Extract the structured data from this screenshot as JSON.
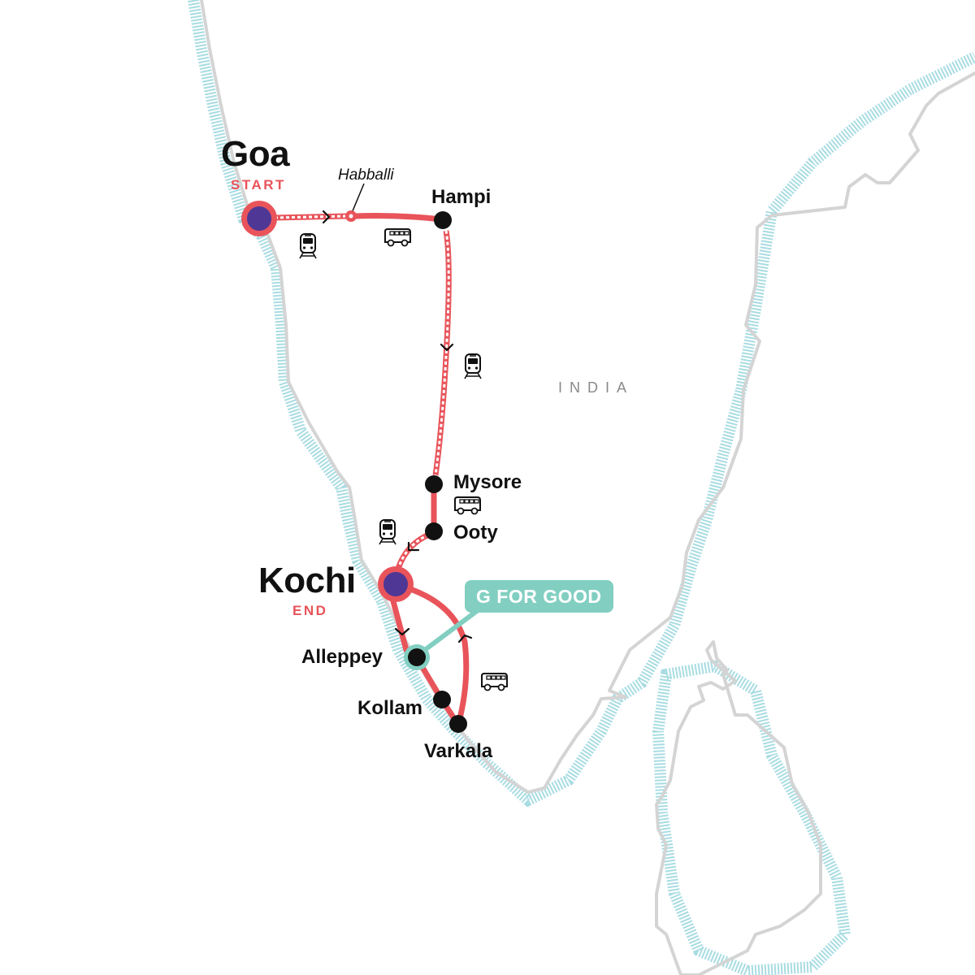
{
  "map": {
    "country_label": "INDIA",
    "colors": {
      "route": "#e8545a",
      "endpoint_fill": "#4f3795",
      "stop": "#111111",
      "g_for_good": "#82cfc2",
      "coast": "#d4d4d4",
      "water_hatch": "#9fd8df",
      "label": "#111111",
      "country_label": "#8a8a8a"
    },
    "start": {
      "name": "Goa",
      "tag": "START"
    },
    "end": {
      "name": "Kochi",
      "tag": "END"
    },
    "waypoint": {
      "name": "Habballi"
    },
    "stops": [
      {
        "name": "Hampi"
      },
      {
        "name": "Mysore"
      },
      {
        "name": "Ooty"
      },
      {
        "name": "Alleppey"
      },
      {
        "name": "Kollam"
      },
      {
        "name": "Varkala"
      }
    ],
    "badge": {
      "label": "G FOR GOOD"
    },
    "legs": [
      {
        "from": "Goa",
        "to": "Habballi",
        "mode": "train",
        "icon": "train-icon"
      },
      {
        "from": "Habballi",
        "to": "Hampi",
        "mode": "bus",
        "icon": "bus-icon"
      },
      {
        "from": "Hampi",
        "to": "Mysore",
        "mode": "train",
        "icon": "train-icon"
      },
      {
        "from": "Mysore",
        "to": "Ooty",
        "mode": "bus",
        "icon": "bus-icon"
      },
      {
        "from": "Ooty",
        "to": "Kochi",
        "mode": "train",
        "icon": "train-icon"
      },
      {
        "from": "Kochi",
        "to": "Alleppey",
        "mode": "road",
        "icon": ""
      },
      {
        "from": "Alleppey",
        "to": "Kollam",
        "mode": "road",
        "icon": ""
      },
      {
        "from": "Kollam",
        "to": "Varkala",
        "mode": "road",
        "icon": ""
      },
      {
        "from": "Varkala",
        "to": "Kochi",
        "mode": "bus",
        "icon": "bus-icon"
      }
    ]
  }
}
